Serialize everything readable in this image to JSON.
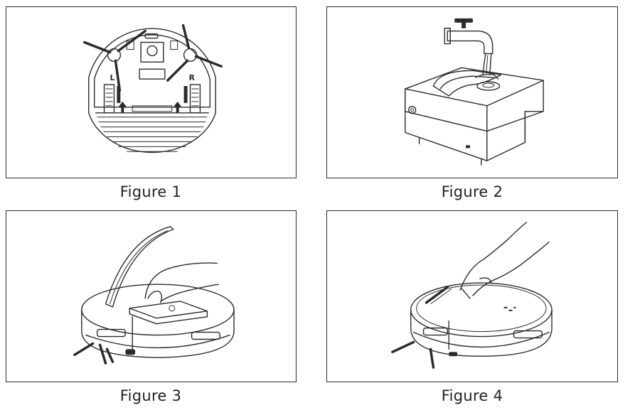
{
  "figures": [
    {
      "caption": "Figure 1",
      "icon": "robot-vacuum-underside"
    },
    {
      "caption": "Figure 2",
      "icon": "water-tank-filling"
    },
    {
      "caption": "Figure 3",
      "icon": "robot-lid-open-remove-bin"
    },
    {
      "caption": "Figure 4",
      "icon": "robot-press-button"
    }
  ],
  "figure1_labels": {
    "left": "L",
    "right": "R"
  }
}
